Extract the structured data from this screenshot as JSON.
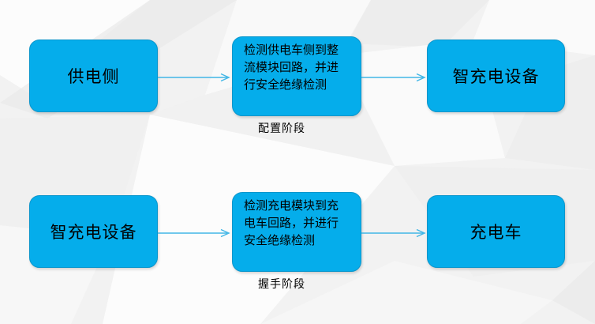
{
  "slide": {
    "background_color": "#f2f2f2",
    "node_fill": "#05ADEB",
    "node_border": "#0B96CC",
    "arrow_color": "#41B6E6",
    "text_color": "#000000"
  },
  "rows": [
    {
      "id": "row-config",
      "source": "供电侧",
      "process": "检测供电车侧到整流模块回路，并进行安全绝缘检测",
      "target": "智充电设备",
      "caption": "配置阶段"
    },
    {
      "id": "row-handshake",
      "source": "智充电设备",
      "process": "检测充电模块到充电车回路，并进行安全绝缘检测",
      "target": "充电车",
      "caption": "握手阶段"
    }
  ],
  "connectors": [
    {
      "name": "arrow-row1-source-to-process"
    },
    {
      "name": "arrow-row1-process-to-target"
    },
    {
      "name": "arrow-row2-source-to-process"
    },
    {
      "name": "arrow-row2-process-to-target"
    }
  ]
}
